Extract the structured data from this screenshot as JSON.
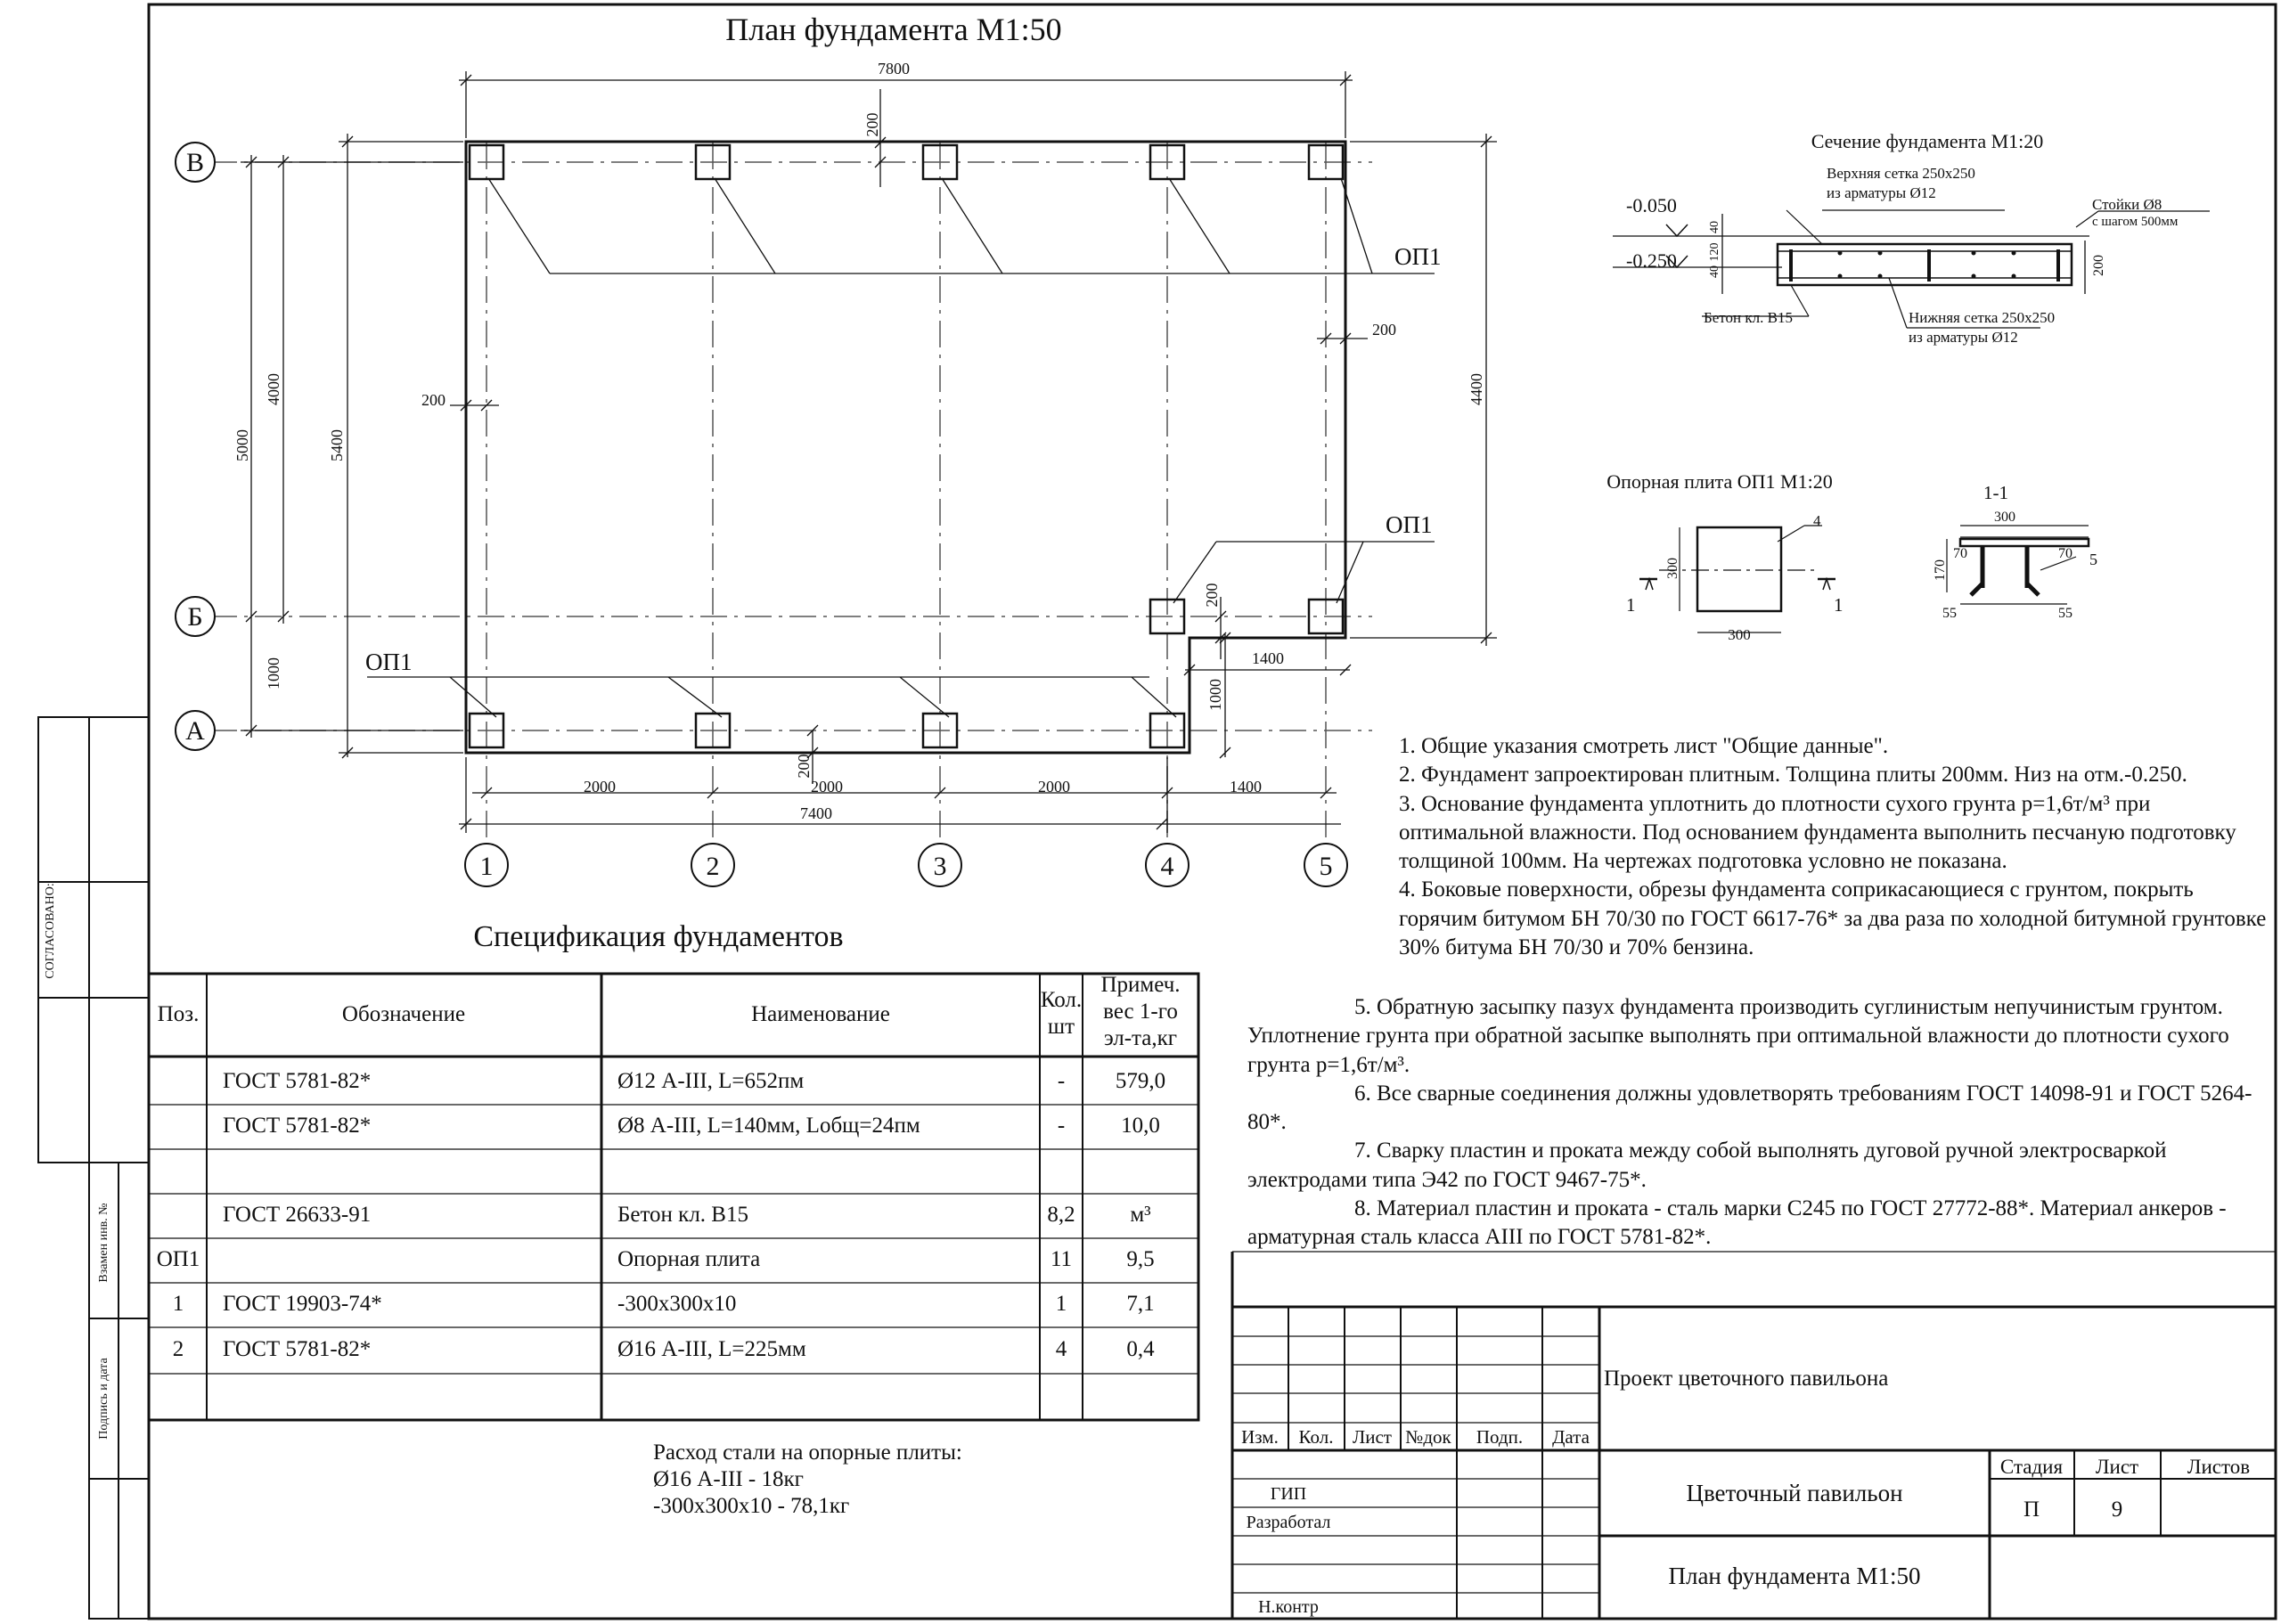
{
  "plan": {
    "title": "План фундамента М1:50",
    "axes_letters": [
      "В",
      "Б",
      "А"
    ],
    "axes_numbers": [
      "1",
      "2",
      "3",
      "4",
      "5"
    ],
    "dims": {
      "top_overall": "7800",
      "top_offset": "200",
      "right_offset": "200",
      "left_offset": "200",
      "left_4000": "4000",
      "left_5000": "5000",
      "left_5400": "5400",
      "left_1000": "1000",
      "right_4400": "4400",
      "notch_200": "200",
      "notch_1400": "1400",
      "notch_1000": "1000",
      "bottom_offset": "200",
      "bottom_spans": [
        "2000",
        "2000",
        "2000",
        "1400"
      ],
      "bottom_overall": "7400"
    },
    "op_labels": [
      "ОП1",
      "ОП1",
      "ОП1"
    ]
  },
  "section": {
    "title": "Сечение фундамента М1:20",
    "level_top": "-0.050",
    "level_bottom": "-0.250",
    "dim_40a": "40",
    "dim_120": "120",
    "dim_40b": "40",
    "dim_200": "200",
    "top_mesh_1": "Верхняя сетка 250х250",
    "top_mesh_2": "из арматуры Ø12",
    "posts_1": "Стойки Ø8",
    "posts_2": "с шагом 500мм",
    "concrete": "Бетон кл. В15",
    "bottom_mesh_1": "Нижняя сетка 250х250",
    "bottom_mesh_2": "из арматуры Ø12"
  },
  "plate": {
    "title": "Опорная плита ОП1 М1:20",
    "dim_300_v": "300",
    "dim_300_h": "300",
    "pos_4": "4",
    "cut_1a": "1",
    "cut_1b": "1",
    "section_title": "1-1",
    "s_300": "300",
    "s_170": "170",
    "s_70a": "70",
    "s_70b": "70",
    "s_5": "5",
    "s_55a": "55",
    "s_55b": "55"
  },
  "notes": [
    "1. Общие указания смотреть лист \"Общие данные\".",
    "2. Фундамент запроектирован плитным. Толщина плиты 200мм. Низ на отм.-0.250.",
    "3. Основание фундамента уплотнить до плотности сухого грунта p=1,6т/м³  при оптимальной влажности. Под основанием фундамента выполнить песчаную подготовку толщиной 100мм. На чертежах подготовка условно не показана.",
    "4. Боковые поверхности, обрезы фундамента соприкасающиеся с грунтом, покрыть горячим битумом БН 70/30 по ГОСТ 6617-76* за два раза по холодной битумной грунтовке 30% битума БН 70/30 и 70% бензина.",
    "5. Обратную засыпку пазух фундамента производить суглинистым непучинистым грунтом. Уплотнение грунта при обратной засыпке выполнять  при оптимальной влажности до плотности сухого грунта p=1,6т/м³.",
    "6. Все сварные соединения должны удовлетворять требованиям ГОСТ  14098-91 и ГОСТ 5264-80*.",
    "7. Сварку пластин и проката между собой выполнять дуговой ручной электросваркой электродами типа Э42 по ГОСТ 9467-75*.",
    "8. Материал пластин и проката - сталь марки С245 по ГОСТ 27772-88*. Материал анкеров - арматурная сталь класса АIII по ГОСТ 5781-82*."
  ],
  "spec": {
    "title": "Спецификация фундаментов",
    "headers": {
      "pos": "Поз.",
      "designation": "Обозначение",
      "name": "Наименование",
      "qty_1": "Кол.",
      "qty_2": "шт",
      "note_1": "Примеч.",
      "note_2": "вес 1-го",
      "note_3": "эл-та,кг"
    },
    "rows": [
      {
        "pos": "",
        "designation": "ГОСТ 5781-82*",
        "name": "Ø12 А-III, L=652пм",
        "qty": "-",
        "note": "579,0"
      },
      {
        "pos": "",
        "designation": "ГОСТ 5781-82*",
        "name": "Ø8 А-III, L=140мм, Lобщ=24пм",
        "qty": "-",
        "note": "10,0"
      },
      {
        "pos": "",
        "designation": "",
        "name": "",
        "qty": "",
        "note": ""
      },
      {
        "pos": "",
        "designation": "ГОСТ 26633-91",
        "name": "Бетон кл. В15",
        "qty": "8,2",
        "note": "м³"
      },
      {
        "pos": "ОП1",
        "designation": "",
        "name": "Опорная плита",
        "qty": "11",
        "note": "9,5"
      },
      {
        "pos": "1",
        "designation": "ГОСТ 19903-74*",
        "name": "-300х300х10",
        "qty": "1",
        "note": "7,1"
      },
      {
        "pos": "2",
        "designation": "ГОСТ 5781-82*",
        "name": "Ø16 А-III, L=225мм",
        "qty": "4",
        "note": "0,4"
      },
      {
        "pos": "",
        "designation": "",
        "name": "",
        "qty": "",
        "note": ""
      }
    ],
    "steel_1": "Расход стали на опорные плиты:",
    "steel_2": "Ø16 А-III - 18кг",
    "steel_3": "-300х300х10 - 78,1кг"
  },
  "left_strip": {
    "agreed": "СОГЛАСОВАНО:",
    "replace": "Взамен инв. №",
    "sign": "Подпись и дата"
  },
  "title_block": {
    "project": "Проект цветочного павильона",
    "object": "Цветочный павильон",
    "sheet_name": "План фундамента М1:50",
    "cols": [
      "Изм.",
      "Кол.",
      "Лист",
      "№док",
      "Подп.",
      "Дата"
    ],
    "roles": [
      "ГИП",
      "Разработал",
      "Н.контр"
    ],
    "stage_label": "Стадия",
    "sheet_label": "Лист",
    "sheets_label": "Листов",
    "stage": "П",
    "sheet": "9",
    "sheets": ""
  }
}
